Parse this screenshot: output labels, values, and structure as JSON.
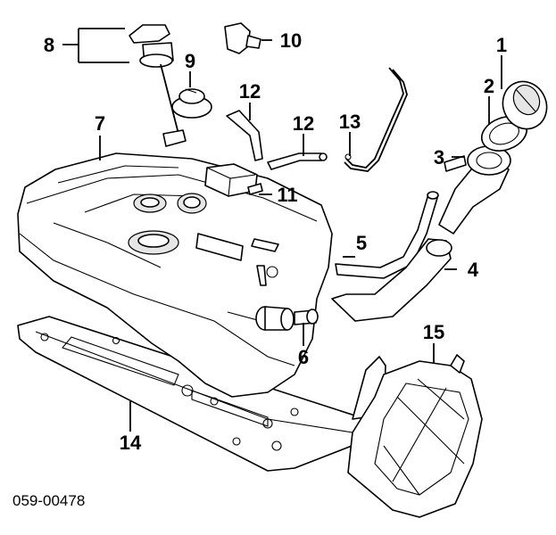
{
  "diagram_code": "059-00478",
  "callouts": {
    "c1": "1",
    "c2": "2",
    "c3": "3",
    "c4": "4",
    "c5": "5",
    "c6": "6",
    "c7": "7",
    "c8": "8",
    "c9": "9",
    "c10": "10",
    "c11": "11",
    "c12a": "12",
    "c12b": "12",
    "c13": "13",
    "c14": "14",
    "c15": "15"
  }
}
